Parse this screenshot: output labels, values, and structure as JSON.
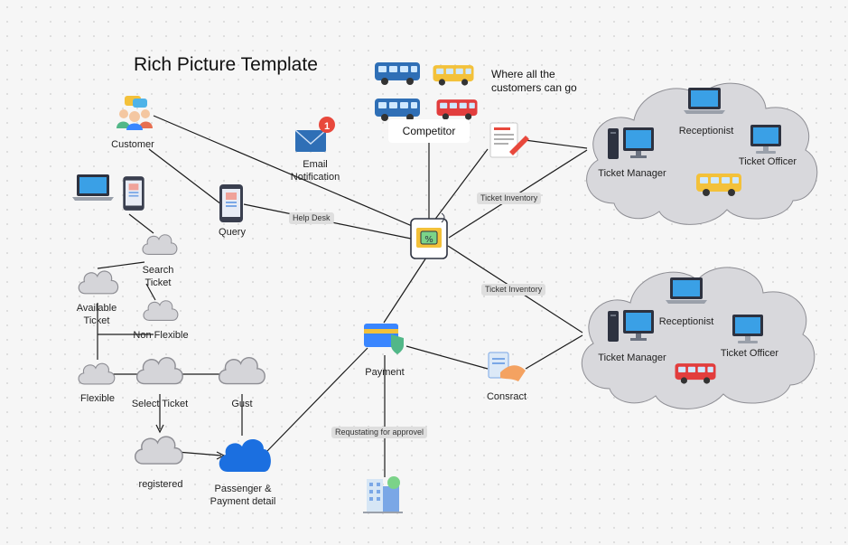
{
  "title": "Rich Picture Template",
  "note": [
    "Where all the",
    "customers can go"
  ],
  "labels": {
    "customer": "Customer",
    "email": [
      "Email",
      "Notification"
    ],
    "query": "Query",
    "competitor": "Competitor",
    "search": [
      "Search",
      "Ticket"
    ],
    "available": [
      "Available",
      "Ticket"
    ],
    "nonflex": "Non Flexible",
    "flexible": "Flexible",
    "select": "Select Ticket",
    "gust": "Gust",
    "registered": "registered",
    "passenger": [
      "Passenger &",
      "Payment detail"
    ],
    "payment": "Payment",
    "contract": "Consract",
    "top_receptionist": "Receptionist",
    "top_manager": "Ticket Manager",
    "top_officer": "Ticket Officer",
    "bot_receptionist": "Receptionist",
    "bot_manager": "Ticket Manager",
    "bot_officer": "Ticket Officer"
  },
  "edge_tags": {
    "help_desk": "Help Desk",
    "inventory_top": "Ticket Inventory",
    "inventory_bottom": "Ticket Inventory",
    "approval": "Requstating for approvel"
  },
  "badge": "1",
  "icons": {
    "customer": "customer-group-icon",
    "email": "email-notification-icon",
    "hub": "ticket-phone-icon",
    "payment": "payment-card-icon",
    "contract": "handshake-contract-icon",
    "building": "office-building-icon"
  },
  "colors": {
    "cloud_fill": "#d4d4d8",
    "blue_cloud": "#1b6fe0",
    "bus_blue": "#2f6fb6",
    "bus_yellow": "#f3c13a",
    "bus_red": "#e23d3d",
    "monitor": "#3aa0e6",
    "badge": "#e8483c"
  }
}
